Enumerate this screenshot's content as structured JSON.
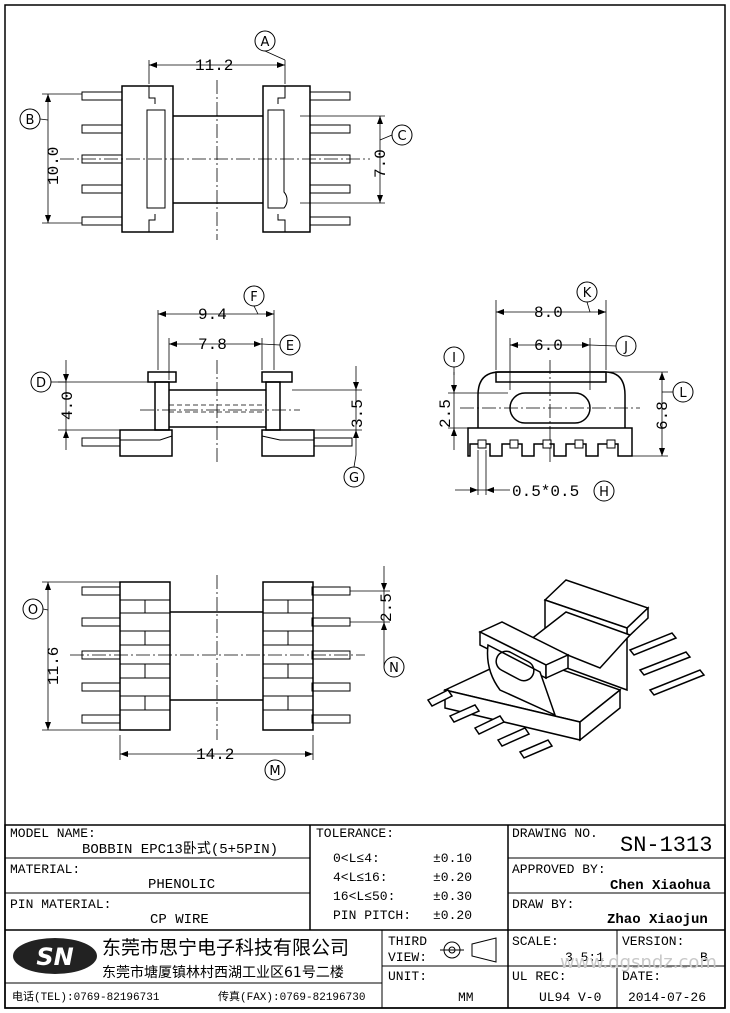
{
  "dimensions": {
    "a": "11.2",
    "b": "10.0",
    "c": "7.0",
    "f": "9.4",
    "e": "7.8",
    "d": "4.0",
    "g": "3.5",
    "k": "8.0",
    "j": "6.0",
    "i": "2.5",
    "l": "6.8",
    "h": "0.5*0.5",
    "o": "11.6",
    "n": "2.5",
    "m": "14.2"
  },
  "callouts": [
    "A",
    "B",
    "C",
    "D",
    "E",
    "F",
    "G",
    "H",
    "I",
    "J",
    "K",
    "L",
    "M",
    "N",
    "O"
  ],
  "title_block": {
    "model_name_label": "MODEL NAME:",
    "model_name": "BOBBIN EPC13卧式(5+5PIN)",
    "material_label": "MATERIAL:",
    "material": "PHENOLIC",
    "pin_material_label": "PIN MATERIAL:",
    "pin_material": "CP WIRE",
    "tolerance_label": "TOLERANCE:",
    "tolerances": [
      {
        "range": "0<L≤4:",
        "value": "±0.10"
      },
      {
        "range": "4<L≤16:",
        "value": "±0.20"
      },
      {
        "range": "16<L≤50:",
        "value": "±0.30"
      },
      {
        "range": "PIN PITCH:",
        "value": "±0.20"
      }
    ],
    "drawing_no_label": "DRAWING NO.",
    "drawing_no": "SN-1313",
    "approved_by_label": "APPROVED BY:",
    "approved_by": "Chen Xiaohua",
    "draw_by_label": "DRAW BY:",
    "draw_by": "Zhao Xiaojun",
    "company_logo": "SN",
    "company_name": "东莞市思宁电子科技有限公司",
    "company_address": "东莞市塘厦镇林村西湖工业区61号二楼",
    "phone": "电话(TEL):0769-82196731",
    "fax": "传真(FAX):0769-82196730",
    "third_view_label_1": "THIRD",
    "third_view_label_2": "VIEW:",
    "unit_label": "UNIT:",
    "unit": "MM",
    "scale_label": "SCALE:",
    "scale": "3.5:1",
    "version_label": "VERSION:",
    "version": "B",
    "ul_rec_label": "UL REC:",
    "ul_rec": "UL94 V-0",
    "date_label": "DATE:",
    "date": "2014-07-26",
    "watermark": "www.dgsndz.com"
  }
}
